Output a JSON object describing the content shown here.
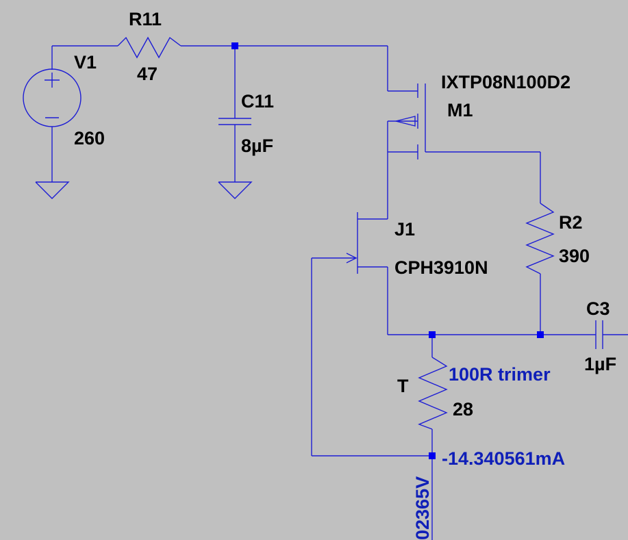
{
  "colors": {
    "background": "#c0c0c0",
    "wire": "#1d1dd4",
    "junction": "#0000ee",
    "label_text": "#000000",
    "annotation_text": "#0f1fb8"
  },
  "components": {
    "V1": {
      "ref": "V1",
      "value": "260"
    },
    "R11": {
      "ref": "R11",
      "value": "47"
    },
    "C11": {
      "ref": "C11",
      "value": "8µF"
    },
    "M1": {
      "ref": "M1",
      "model": "IXTP08N100D2"
    },
    "J1": {
      "ref": "J1",
      "model": "CPH3910N"
    },
    "R2": {
      "ref": "R2",
      "value": "390"
    },
    "C3": {
      "ref": "C3",
      "value": "1µF"
    },
    "T": {
      "ref": "T",
      "value": "28",
      "comment": "100R trimer"
    }
  },
  "annotations": {
    "current_readout": "-14.340561mA",
    "voltage_readout_partial": "02365V"
  }
}
